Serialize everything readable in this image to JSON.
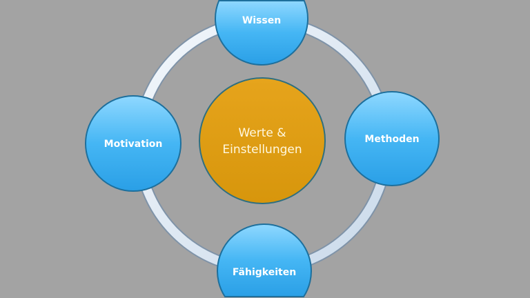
{
  "center": {
    "line1": "Werte &",
    "line2": "Einstellungen"
  },
  "nodes": {
    "top": "Wissen",
    "right": "Methoden",
    "bottom": "Fähigkeiten",
    "left": "Motivation"
  },
  "colors": {
    "background": "#a3a3a3",
    "node": "#3aaef0",
    "center": "#dd9c10",
    "ring": "#e4ecf6"
  }
}
